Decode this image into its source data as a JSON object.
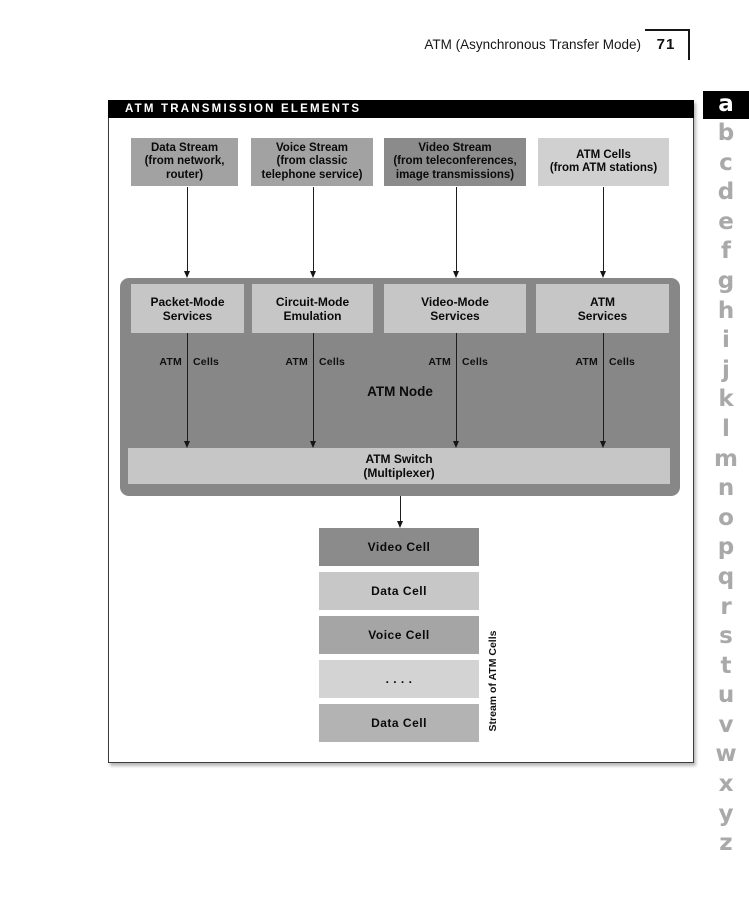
{
  "header": {
    "title": "ATM (Asynchronous Transfer Mode)",
    "page_number": "71"
  },
  "diagram": {
    "title": "ATM TRANSMISSION ELEMENTS",
    "sources": [
      {
        "label": "Data Stream",
        "sub": "(from network, router)"
      },
      {
        "label": "Voice Stream",
        "sub": "(from classic telephone service)"
      },
      {
        "label": "Video Stream",
        "sub": "(from teleconferences, image transmissions)"
      },
      {
        "label": "ATM Cells",
        "sub": "(from ATM stations)"
      }
    ],
    "node_label": "ATM Node",
    "services": [
      {
        "line1": "Packet-Mode",
        "line2": "Services"
      },
      {
        "line1": "Circuit-Mode",
        "line2": "Emulation"
      },
      {
        "line1": "Video-Mode",
        "line2": "Services"
      },
      {
        "line1": "ATM",
        "line2": "Services"
      }
    ],
    "cell_flow_left": "ATM",
    "cell_flow_right": "Cells",
    "switch": {
      "line1": "ATM Switch",
      "line2": "(Multiplexer)"
    },
    "stream_label": "Stream of ATM Cells",
    "cells": [
      {
        "label": "Video Cell",
        "color": "#8b8b8b"
      },
      {
        "label": "Data Cell",
        "color": "#c7c7c7"
      },
      {
        "label": "Voice Cell",
        "color": "#a5a5a5"
      },
      {
        "label": ". . . .",
        "color": "#d3d3d3"
      },
      {
        "label": "Data Cell",
        "color": "#b3b3b3"
      }
    ]
  },
  "colors": {
    "source_boxes": [
      "#a2a2a2",
      "#a2a2a2",
      "#8b8b8b",
      "#d0d0d0"
    ],
    "service_box": "#c6c6c6",
    "switch_box": "#c6c6c6",
    "node_bg": "#878787",
    "titlebar_bg": "#000000",
    "alphabet_inactive": "#a9a9a9",
    "alphabet_active_bg": "#000000"
  },
  "alphabet": {
    "active": "a",
    "letters": [
      "a",
      "b",
      "c",
      "d",
      "e",
      "f",
      "g",
      "h",
      "i",
      "j",
      "k",
      "l",
      "m",
      "n",
      "o",
      "p",
      "q",
      "r",
      "s",
      "t",
      "u",
      "v",
      "w",
      "x",
      "y",
      "z"
    ]
  }
}
